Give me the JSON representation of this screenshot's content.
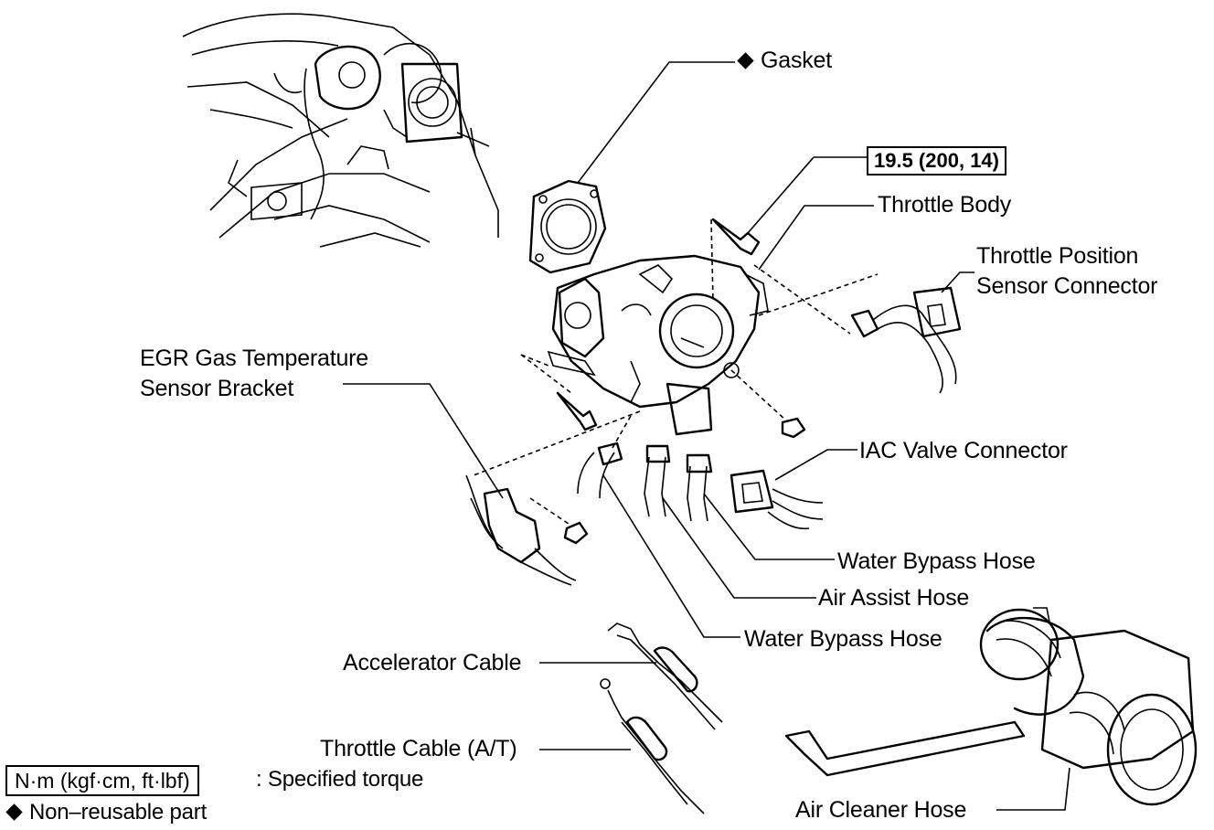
{
  "labels": {
    "gasket": "Gasket",
    "torque_value": "19.5 (200, 14)",
    "throttle_body": "Throttle Body",
    "tps_connector_line1": "Throttle Position",
    "tps_connector_line2": "Sensor Connector",
    "egr_bracket_line1": "EGR Gas Temperature",
    "egr_bracket_line2": "Sensor Bracket",
    "iac_connector": "IAC Valve Connector",
    "water_bypass_hose_upper": "Water Bypass Hose",
    "air_assist_hose": "Air Assist Hose",
    "water_bypass_hose_lower": "Water Bypass Hose",
    "accelerator_cable": "Accelerator Cable",
    "throttle_cable": "Throttle Cable (A/T)",
    "air_cleaner_hose": "Air Cleaner Hose"
  },
  "legend": {
    "torque_unit": "N·m (kgf·cm, ft·lbf)",
    "torque_desc": ": Specified torque",
    "non_reusable": "Non–reusable part"
  }
}
